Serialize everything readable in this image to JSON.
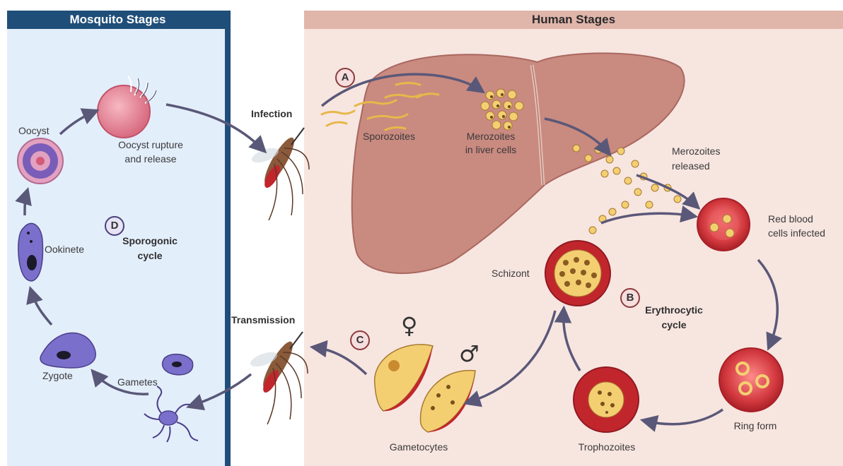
{
  "panels": {
    "mosquito": {
      "title": "Mosquito Stages",
      "bg": "#e3eefb",
      "header_bg": "#1f4e79",
      "border": "#1f4e79"
    },
    "human": {
      "title": "Human Stages",
      "bg": "#f7e5e0",
      "header_bg": "#e0b5aa"
    }
  },
  "labels": {
    "infection": "Infection",
    "transmission": "Transmission",
    "sporozoites": "Sporozoites",
    "merozoites_liver_1": "Merozoites",
    "merozoites_liver_2": "in liver cells",
    "merozoites_released_1": "Merozoites",
    "merozoites_released_2": "released",
    "rbc_infected_1": "Red blood",
    "rbc_infected_2": "cells infected",
    "schizont": "Schizont",
    "erythrocytic_1": "Erythrocytic",
    "erythrocytic_2": "cycle",
    "ring_form": "Ring form",
    "trophozoites": "Trophozoites",
    "gametocytes": "Gametocytes",
    "oocyst": "Oocyst",
    "oocyst_rupture_1": "Oocyst rupture",
    "oocyst_rupture_2": "and release",
    "ookinete": "Ookinete",
    "sporogonic_1": "Sporogonic",
    "sporogonic_2": "cycle",
    "zygote": "Zygote",
    "gametes": "Gametes"
  },
  "badges": {
    "a": "A",
    "b": "B",
    "c": "C",
    "d": "D"
  },
  "symbols": {
    "female": "♀",
    "male": "♂"
  },
  "colors": {
    "liver": "#c98a80",
    "liver_dark": "#a9685f",
    "rbc": "#c2262d",
    "rbc_light": "#e85a5e",
    "parasite_yellow": "#f3cf72",
    "parasite_purple": "#7b6fcc",
    "arrow": "#5a5878"
  }
}
